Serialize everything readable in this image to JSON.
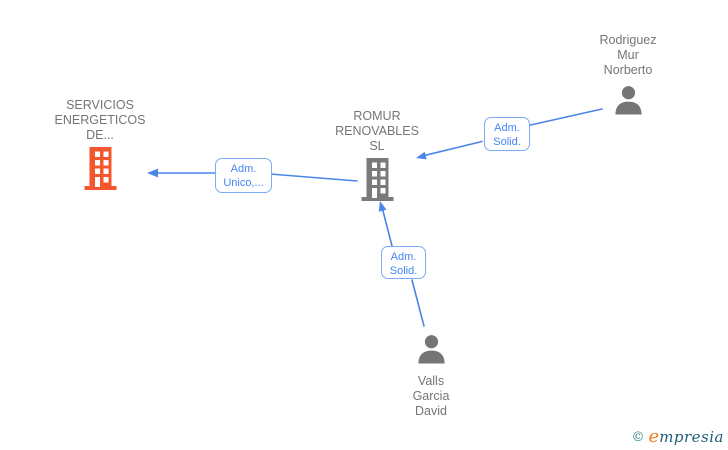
{
  "diagram": {
    "nodes": {
      "servicios": {
        "type": "company",
        "label_lines": [
          "SERVICIOS",
          "ENERGETICOS",
          "DE..."
        ],
        "icon": "building-icon",
        "icon_color": "#f4572e"
      },
      "romur": {
        "type": "company",
        "label_lines": [
          "ROMUR",
          "RENOVABLES",
          "SL"
        ],
        "icon": "building-icon",
        "icon_color": "#7a7a7a"
      },
      "rodriguez": {
        "type": "person",
        "label_lines": [
          "Rodriguez",
          "Mur",
          "Norberto"
        ],
        "icon": "person-icon",
        "icon_color": "#757575"
      },
      "valls": {
        "type": "person",
        "label_lines": [
          "Valls",
          "Garcia",
          "David"
        ],
        "icon": "person-icon",
        "icon_color": "#757575"
      }
    },
    "edges": [
      {
        "from": "romur",
        "to": "servicios",
        "label_lines": [
          "Adm.",
          "Unico,..."
        ]
      },
      {
        "from": "rodriguez",
        "to": "romur",
        "label_lines": [
          "Adm.",
          "Solid."
        ]
      },
      {
        "from": "valls",
        "to": "romur",
        "label_lines": [
          "Adm.",
          "Solid."
        ]
      }
    ],
    "colors": {
      "edge_line": "#4a86e8",
      "edge_label_border": "#7baaf7",
      "edge_label_text": "#4285f4",
      "node_text": "#757575",
      "company_accent_orange": "#f4572e",
      "icon_gray": "#757575",
      "background": "#ffffff"
    }
  },
  "watermark": {
    "copyright_symbol": "©",
    "brand_initial": "e",
    "brand_rest": "mpresia"
  }
}
